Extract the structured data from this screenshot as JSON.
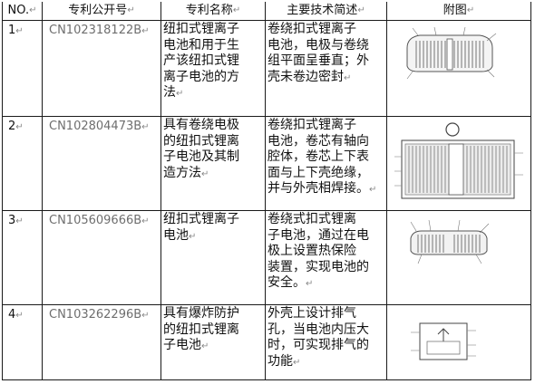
{
  "header": {
    "no": "NO.",
    "patent_no": "专利公开号",
    "patent_name": "专利名称",
    "summary": "主要技术简述",
    "figure": "附图"
  },
  "rows": [
    {
      "no": "1",
      "patent_no": "CN102318122B",
      "name": "纽扣式锂离子\n电池和用于生\n产该纽扣式锂\n离子电池的方\n法",
      "summary": "卷绕扣式锂离子\n电池，电极与卷绕\n组平面呈垂直；外\n壳未卷边密封"
    },
    {
      "no": "2",
      "patent_no": "CN102804473B",
      "name": "具有卷绕电极\n的纽扣式锂离\n子电池及其制\n造方法",
      "summary": "卷绕扣式锂离子\n电池，卷芯有轴向\n腔体，卷芯上下表\n面与上下壳绝缘，\n并与外壳相焊接。"
    },
    {
      "no": "3",
      "patent_no": "CN105609666B",
      "name": "纽扣式锂离子\n电池",
      "summary": "卷绕式扣式锂离\n子电池，通过在电\n极上设置热保险\n装置，实现电池的\n安全。"
    },
    {
      "no": "4",
      "patent_no": "CN103262296B",
      "name": "具有爆炸防护\n的纽扣式锂离\n子电池",
      "summary": "外壳上设计排气\n孔，当电池内压大\n时，可实现排气的\n功能"
    }
  ],
  "return_mark": "↵"
}
